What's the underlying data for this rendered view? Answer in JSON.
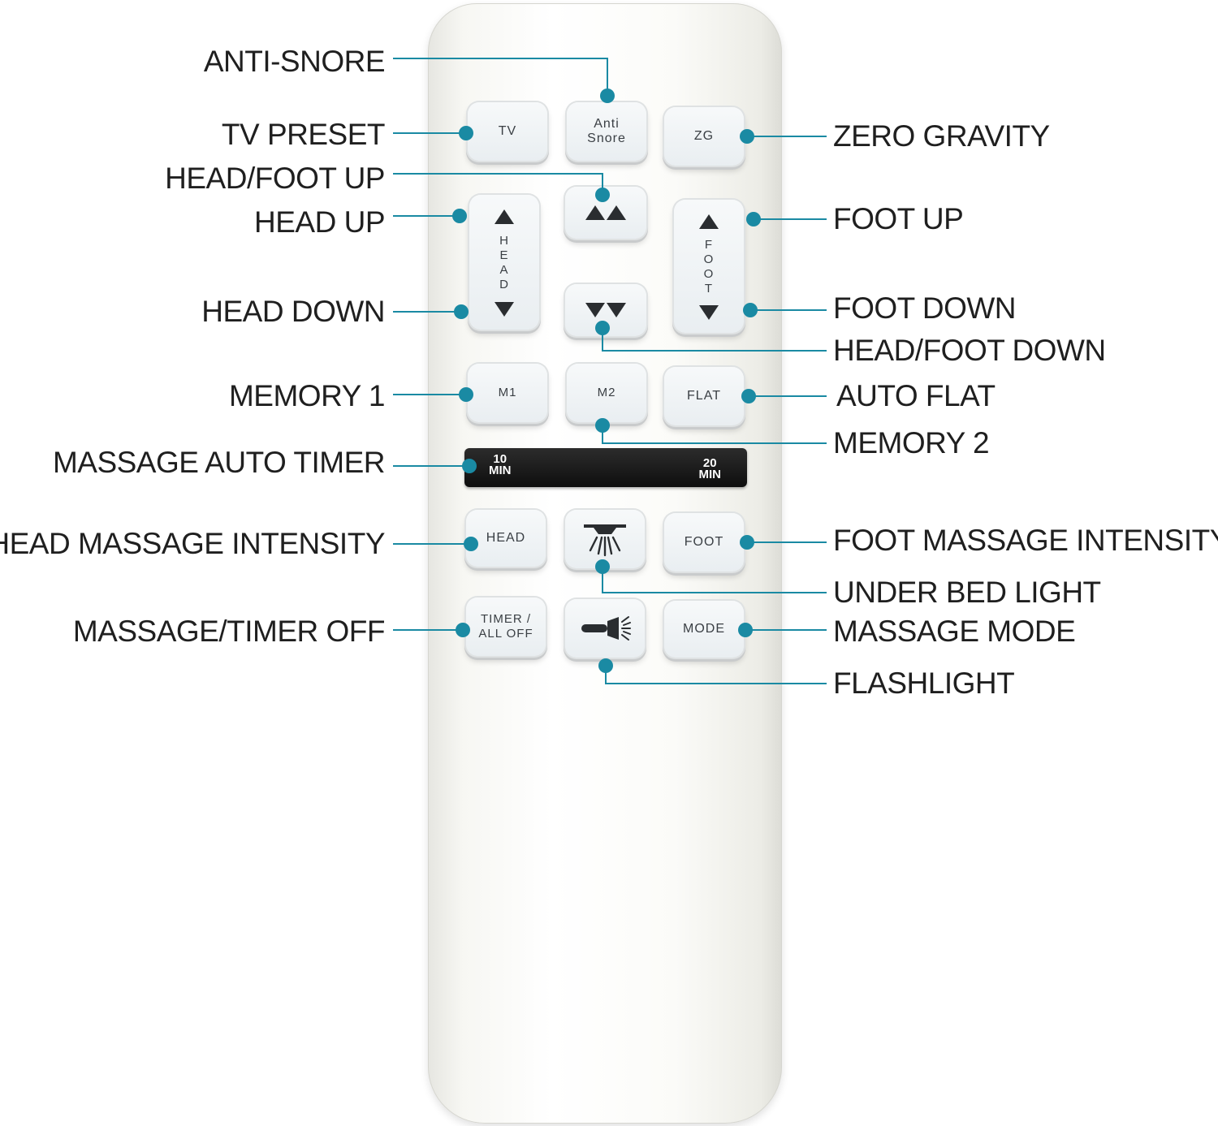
{
  "remote": {
    "buttons": {
      "tv": "TV",
      "anti_snore_1": "Anti",
      "anti_snore_2": "Snore",
      "zg": "ZG",
      "head_letters": [
        "H",
        "E",
        "A",
        "D"
      ],
      "foot_letters": [
        "F",
        "O",
        "O",
        "T"
      ],
      "m1": "M1",
      "m2": "M2",
      "flat": "FLAT",
      "head": "HEAD",
      "foot": "FOOT",
      "timer_1": "TIMER /",
      "timer_2": "ALL OFF",
      "mode": "MODE"
    },
    "timer_bar": {
      "left_num": "10",
      "left_unit": "MIN",
      "right_num": "20",
      "right_unit": "MIN"
    }
  },
  "callouts": {
    "anti_snore": "ANTI-SNORE",
    "tv_preset": "TV PRESET",
    "zero_gravity": "ZERO GRAVITY",
    "head_foot_up": "HEAD/FOOT UP",
    "head_up": "HEAD UP",
    "foot_up": "FOOT UP",
    "head_down": "HEAD DOWN",
    "foot_down": "FOOT DOWN",
    "head_foot_down": "HEAD/FOOT DOWN",
    "memory_1": "MEMORY 1",
    "auto_flat": "AUTO FLAT",
    "memory_2": "MEMORY 2",
    "massage_auto_timer": "MASSAGE AUTO TIMER",
    "head_massage_intensity": "HEAD MASSAGE INTENSITY",
    "foot_massage_intensity": "FOOT MASSAGE INTENSITY",
    "under_bed_light": "UNDER BED LIGHT",
    "massage_timer_off": "MASSAGE/TIMER OFF",
    "massage_mode": "MASSAGE MODE",
    "flashlight": "FLASHLIGHT"
  },
  "colors": {
    "leader_line": "#1a8aa3",
    "remote_body": "#fafaf7",
    "timer_bar": "#111111"
  }
}
